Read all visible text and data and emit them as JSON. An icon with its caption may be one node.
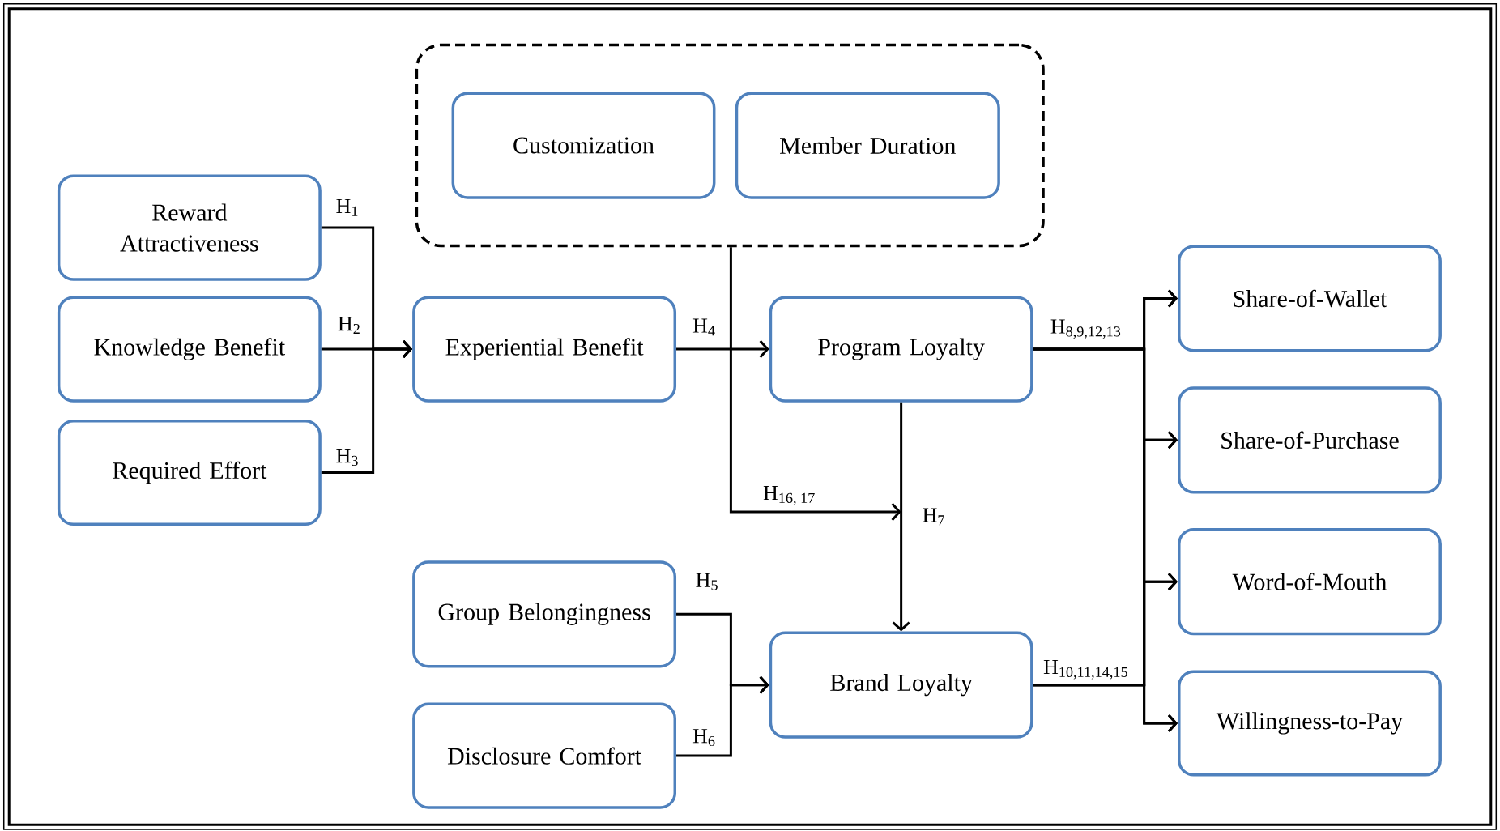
{
  "diagram": {
    "nodes": [
      {
        "text": [],
        "shape": "box"
      },
      {
        "text": [
          "Customization"
        ],
        "in": 0
      },
      {
        "text": [
          "Member Duration"
        ],
        "in": 0
      },
      {
        "text": [
          "Reward Attractiveness"
        ]
      },
      {
        "text": [
          "Knowledge Benefit"
        ]
      },
      {
        "text": [
          "Required Effort"
        ]
      },
      {
        "text": [
          "Experiential Benefit"
        ]
      },
      {
        "text": [
          "Program Loyalty"
        ]
      },
      {
        "text": [
          "Group Belongingness"
        ]
      },
      {
        "text": [
          "Disclosure Comfort"
        ]
      },
      {
        "text": [
          "Brand Loyalty"
        ]
      },
      {
        "text": [
          "Share-of-Wallet"
        ]
      },
      {
        "text": [
          "Share-of-Purchase"
        ]
      },
      {
        "text": [
          "Word-of-Mouth"
        ]
      },
      {
        "text": [
          "Willingness-to-Pay"
        ]
      }
    ],
    "edges": [
      {
        "from": 3,
        "to": 6,
        "arrow": "to",
        "label": "H$_{1}$"
      },
      {
        "from": 4,
        "to": 6,
        "arrow": "to",
        "label": "H$_{2}$"
      },
      {
        "from": 5,
        "to": 6,
        "arrow": "to",
        "label": "H$_{3}$"
      },
      {
        "from": 6,
        "to": 7,
        "arrow": "to",
        "label": "H$_{4}$"
      },
      {
        "from": 7,
        "to": 10,
        "arrow": "to",
        "label": "H$_{7}$"
      },
      {
        "from": 8,
        "to": 10,
        "arrow": "to",
        "label": "H$_{5}$"
      },
      {
        "from": 9,
        "to": 10,
        "arrow": "to",
        "label": "H$_{6}$"
      },
      {
        "from": 0,
        "to": null,
        "arrow": "to",
        "label": "H$_{16, 17}$"
      },
      {
        "from": 7,
        "to": 11,
        "arrow": "to",
        "label": "H$_{8,9,12,13}$"
      },
      {
        "from": 7,
        "to": 12,
        "arrow": "to"
      },
      {
        "from": 7,
        "to": 13,
        "arrow": "to"
      },
      {
        "from": 7,
        "to": 14,
        "arrow": "to"
      },
      {
        "from": 10,
        "to": 11,
        "arrow": "to",
        "label": "H$_{10,11,14,15}$"
      },
      {
        "from": 10,
        "to": 12,
        "arrow": "to"
      },
      {
        "from": 10,
        "to": 13,
        "arrow": "to"
      },
      {
        "from": 10,
        "to": 14,
        "arrow": "to"
      }
    ]
  }
}
